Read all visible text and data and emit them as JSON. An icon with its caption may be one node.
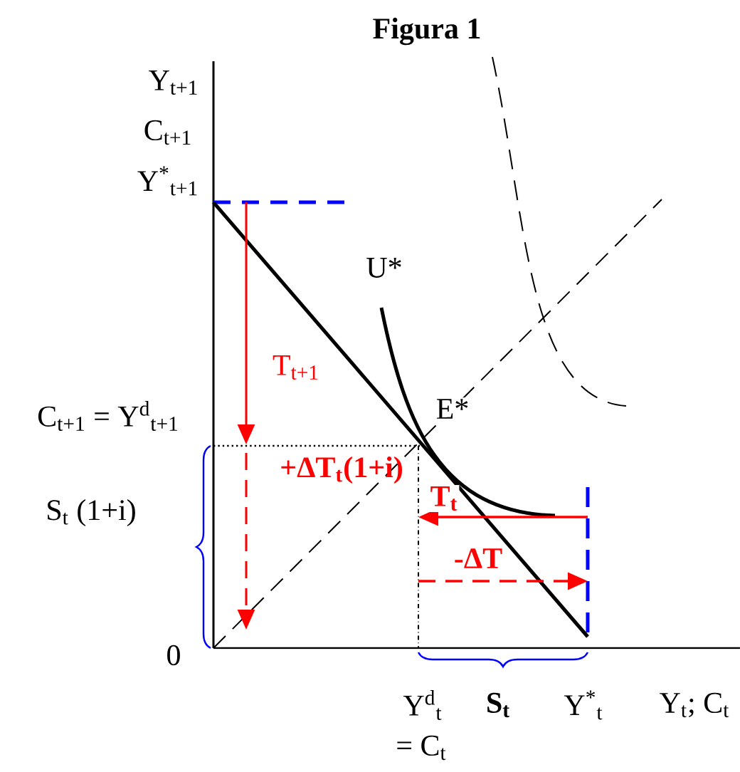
{
  "diagram": {
    "title": "Figura 1",
    "labels": [
      "Y$_{t+1}$",
      "C$_{t+1}$",
      "Y$^{*}$$_{t+1}$",
      "U*",
      "T$_{t+1}$",
      "C$_{t+1}$ = Y$^{d}$$_{t+1}$",
      "E*",
      "+ΔT$_{t}$(1+i)",
      "S$_{t}$ (1+i)",
      "T$_{t}$",
      "-ΔT",
      "0",
      "Y$^{d}$$_{t}$",
      "= C$_{t}$",
      "S$_{t}$",
      "Y$^{*}$$_{t}$",
      "Y$_{t}$; C$_{t}$"
    ]
  }
}
